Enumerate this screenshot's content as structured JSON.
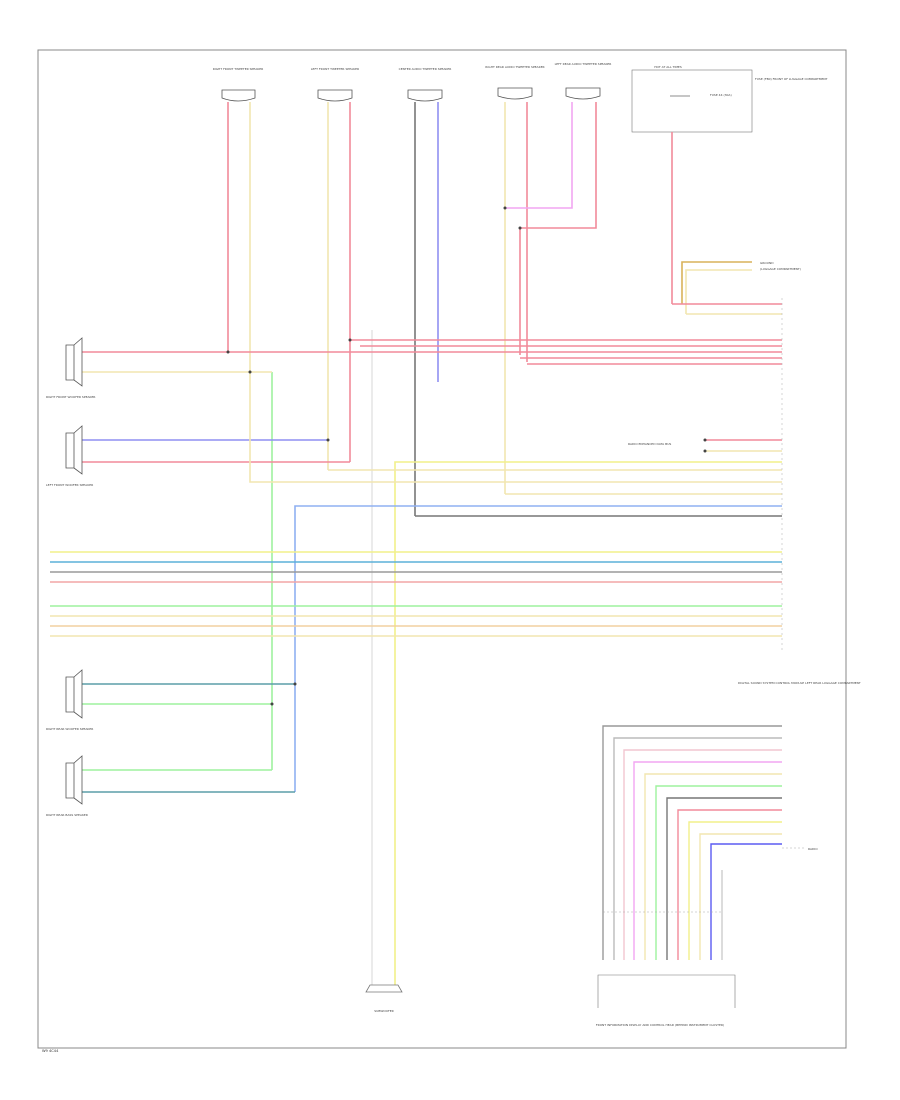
{
  "diagram": {
    "footer_code": "W9 4C44",
    "top_components": [
      {
        "id": "rf-tweeter",
        "label": "RIGHT FRONT TWEETER SPEAKER"
      },
      {
        "id": "lf-tweeter",
        "label": "LEFT FRONT TWEETER SPEAKER"
      },
      {
        "id": "center",
        "label": "CENTER AUDIO TWEETER SPEAKER"
      },
      {
        "id": "rr-tweeter",
        "label": "RIGHT REAR AUDIO TWEETER SPEAKER"
      },
      {
        "id": "lr-tweeter",
        "label": "LEFT REAR AUDIO TWEETER SPEAKER"
      }
    ],
    "fuse_box": {
      "title": "HOT AT ALL TIMES",
      "fuse": "FUSE 44 (30A)",
      "desc": "FUSE (FB0) FRONT OF LUGGAGE COMPARTMENT"
    },
    "left_components": [
      {
        "id": "rf-woofer",
        "label": "RIGHT FRONT WOOFER SPEAKER"
      },
      {
        "id": "lf-woofer",
        "label": "LEFT FRONT WOOFER SPEAKER"
      },
      {
        "id": "rr-woofer",
        "label": "RIGHT REAR WOOFER SPEAKER"
      },
      {
        "id": "rr-bass",
        "label": "RIGHT REAR BASS SPEAKER"
      }
    ],
    "right_labels": {
      "ground_label": "GROUND",
      "ground_sub": "(LUGGAGE COMPARTMENT)",
      "radio_data": "RADIO ENHANCED DATA BUS",
      "amplifier": "DIGITAL SOUND SYSTEM CONTROL MODULE LEFT REAR LUGGAGE COMPARTMENT",
      "radio": "RADIO"
    },
    "bottom_components": {
      "subwoofer": "SUBWOOFER",
      "front_module": "FRONT INFORMATION DISPLAY AND CONTROL HEAD (BEHIND INSTRUMENT CLUSTER)"
    }
  }
}
